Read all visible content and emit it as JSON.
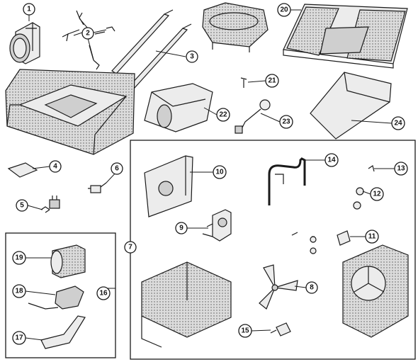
{
  "callouts": {
    "c1": "1",
    "c2": "2",
    "c3": "3",
    "c4": "4",
    "c5": "5",
    "c6": "6",
    "c7": "7",
    "c8": "8",
    "c9": "9",
    "c10": "10",
    "c11": "11",
    "c12": "12",
    "c13": "13",
    "c14": "14",
    "c15": "15",
    "c16": "16",
    "c17": "17",
    "c18": "18",
    "c19": "19",
    "c20": "20",
    "c21": "21",
    "c22": "22",
    "c23": "23",
    "c24": "24"
  },
  "colors": {
    "line": "#1a1a1a",
    "fill": "#ececec",
    "background": "#ffffff"
  }
}
